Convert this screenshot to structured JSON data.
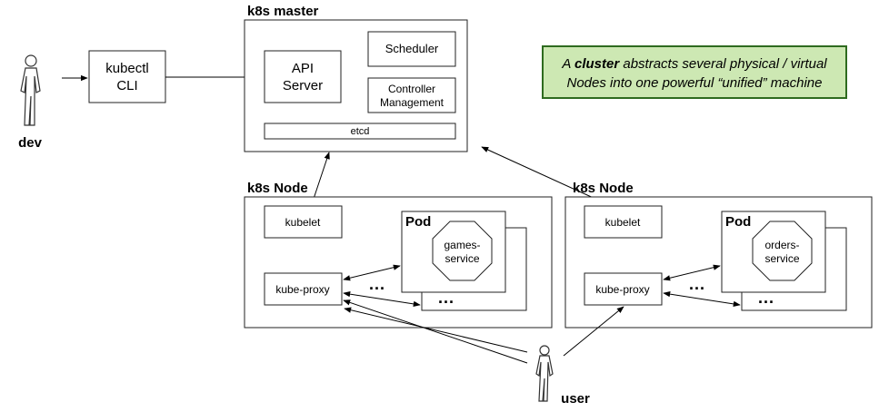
{
  "actors": {
    "dev": "dev",
    "user": "user"
  },
  "kubectl": {
    "line1": "kubectl",
    "line2": "CLI"
  },
  "master": {
    "title": "k8s master",
    "api_line1": "API",
    "api_line2": "Server",
    "scheduler": "Scheduler",
    "controller_line1": "Controller",
    "controller_line2": "Management",
    "etcd": "etcd"
  },
  "node_left": {
    "title": "k8s Node",
    "kubelet": "kubelet",
    "kube_proxy": "kube-proxy",
    "pod_title": "Pod",
    "service_line1": "games-",
    "service_line2": "service",
    "ellipsis_inner": "...",
    "ellipsis_outer": "..."
  },
  "node_right": {
    "title": "k8s Node",
    "kubelet": "kubelet",
    "kube_proxy": "kube-proxy",
    "pod_title": "Pod",
    "service_line1": "orders-",
    "service_line2": "service",
    "ellipsis_inner": "...",
    "ellipsis_outer": "..."
  },
  "note": {
    "line1_pre": "A ",
    "line1_em": "cluster",
    "line1_post": " abstracts several physical / virtual",
    "line2": "Nodes into one powerful “unified” machine",
    "bg_color": "#cde8b3",
    "border_color": "#2e6b1f"
  }
}
